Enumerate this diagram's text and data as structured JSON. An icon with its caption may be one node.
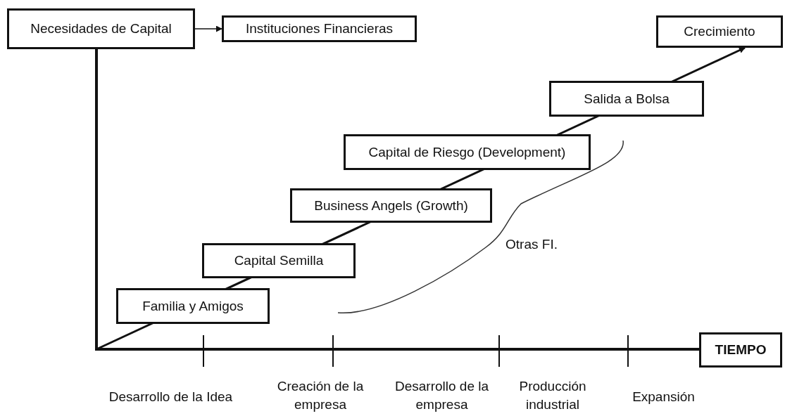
{
  "diagram": {
    "nodes": [
      {
        "text": [
          "Necesidades de Capital"
        ]
      },
      {
        "text": [
          "Instituciones Financieras"
        ]
      },
      {
        "text": [
          "Crecimiento"
        ]
      },
      {
        "text": [
          "Familia y Amigos"
        ]
      },
      {
        "text": [
          "Capital Semilla"
        ]
      },
      {
        "text": [
          "Business Angels (Growth)"
        ]
      },
      {
        "text": [
          "Capital de Riesgo (Development)"
        ]
      },
      {
        "text": [
          "Salida a Bolsa"
        ]
      },
      {
        "text": [
          "TIEMPO"
        ]
      }
    ],
    "edges": [
      {
        "from": 0,
        "to": 1,
        "arrow": "to"
      },
      {
        "from": null,
        "to": 2,
        "arrow": "to"
      }
    ],
    "labels": [
      "Otras FI.",
      "Desarrollo de la Idea",
      "Creación de la empresa",
      "Desarrollo de la empresa",
      "Producción industrial",
      "Expansión"
    ]
  }
}
